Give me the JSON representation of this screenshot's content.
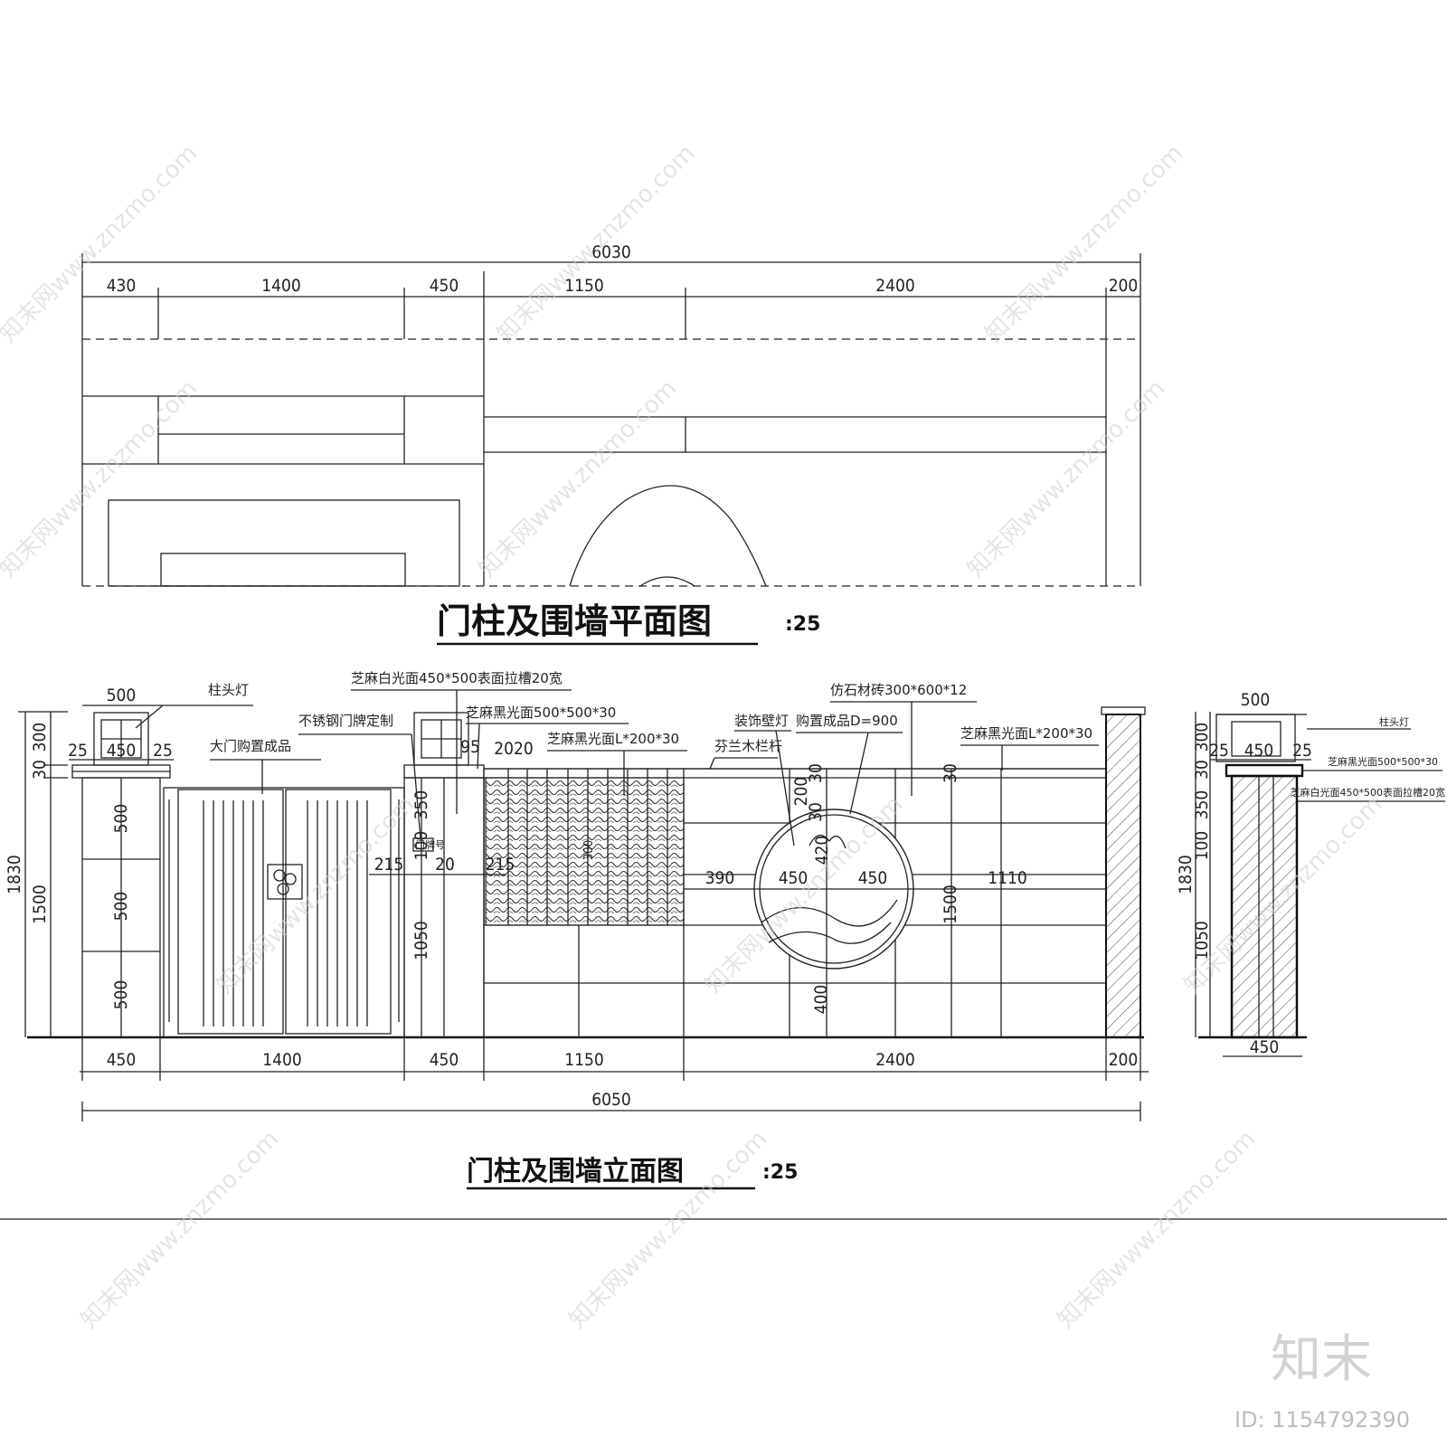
{
  "plan": {
    "title": "门柱及围墙平面图",
    "scale": ":25",
    "total_dim": "6030",
    "dims": [
      "430",
      "1400",
      "450",
      "1150",
      "2400",
      "200"
    ]
  },
  "elevation": {
    "title": "门柱及围墙立面图",
    "scale": ":25",
    "total_dim": "6050",
    "bottom_dims": [
      "450",
      "1400",
      "450",
      "1150",
      "2400",
      "200"
    ],
    "cap_dims": [
      "500",
      "25",
      "450",
      "25"
    ],
    "left_heights": [
      "1830",
      "1500",
      "300",
      "30",
      "500",
      "500",
      "500"
    ],
    "pillar2_heights": [
      "350",
      "100",
      "1050"
    ],
    "mid_dims": [
      "95",
      "2020",
      "215",
      "20",
      "215",
      "300"
    ],
    "circle_dims": [
      "30",
      "200",
      "30",
      "420",
      "390",
      "450",
      "450",
      "1110",
      "30",
      "1500",
      "400"
    ],
    "labels": {
      "column_lamp": "柱头灯",
      "stainless_plate": "不锈钢门牌定制",
      "gate": "大门购置成品",
      "white_granite": "芝麻白光面450*500表面拉槽20宽",
      "black_granite_cap": "芝麻黑光面500*500*30",
      "black_granite_strip": "芝麻黑光面L*200*30",
      "wall_lamp": "装饰壁灯",
      "railing": "芬兰木栏杆",
      "stone_tile": "仿石材砖300*600*12",
      "purchased": "购置成品D=900",
      "black_granite_strip2": "芝麻黑光面L*200*30",
      "door_number": "门牌号"
    }
  },
  "section": {
    "cap_dims": [
      "500",
      "25",
      "450",
      "25"
    ],
    "heights": [
      "1830",
      "300",
      "30",
      "350",
      "100",
      "1050"
    ],
    "bottom_dim": "450",
    "labels": {
      "column_lamp": "柱头灯",
      "black_cap": "芝麻黑光面500*500*30",
      "white_face": "芝麻白光面450*500表面拉槽20宽"
    }
  },
  "watermark": {
    "text": "知末网www.znzmo.com",
    "brand": "知末",
    "id": "ID: 1154792390"
  }
}
